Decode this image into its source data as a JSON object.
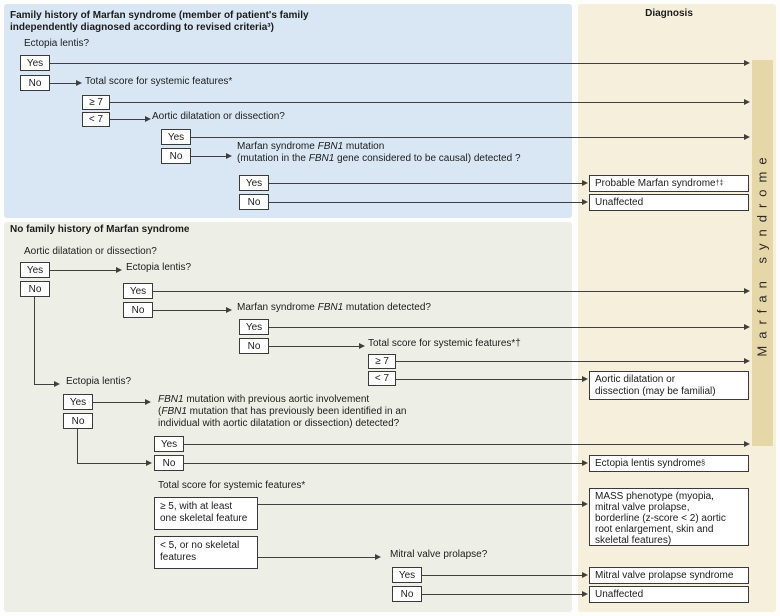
{
  "labels": {
    "yes": "Yes",
    "no": "No",
    "ge7": "≥ 7",
    "lt7": "< 7",
    "diagnosis": "Diagnosis",
    "marfan_bar": "Marfan syndrome",
    "gene": "FBN1"
  },
  "family": {
    "title_l1": "Family history of Marfan syndrome (member of patient's family",
    "title_l2": "independently diagnosed according to revised criteria³)",
    "q_ectopia": "Ectopia lentis?",
    "q_score": "Total score for systemic features*",
    "q_aortic": "Aortic dilatation or dissection?",
    "q_fbn1_l1_pre": "Marfan syndrome ",
    "q_fbn1_l1_post": " mutation",
    "q_fbn1_l2_pre": "(mutation in the ",
    "q_fbn1_l2_post": " gene considered to be causal) detected ?",
    "dx_probable": "Probable Marfan syndrome",
    "dx_probable_sup": "†‡",
    "dx_unaffected": "Unaffected"
  },
  "no_family": {
    "title": "No family history of Marfan syndrome",
    "q_aortic": "Aortic dilatation or dissection?",
    "q_ectopia1": "Ectopia lentis?",
    "q_fbn1_pre": "Marfan syndrome ",
    "q_fbn1_post": " mutation detected?",
    "q_score1": "Total score for systemic features*†",
    "q_ectopia2": "Ectopia lentis?",
    "q_fbn1prev_l1_post": " mutation with previous aortic involvement",
    "q_fbn1prev_l2_pre": "(",
    "q_fbn1prev_l2_post": " mutation that has previously been identified in an",
    "q_fbn1prev_l3": "individual with aortic dilatation or dissection) detected?",
    "q_score2": "Total score for systemic features*",
    "opt_ge5_l1": "≥ 5, with at least",
    "opt_ge5_l2": "one skeletal feature",
    "opt_lt5_l1": "< 5, or no skeletal",
    "opt_lt5_l2": "features",
    "q_mvp": "Mitral valve prolapse?",
    "dx_aortic_l1": "Aortic dilatation or",
    "dx_aortic_l2": "dissection (may be familial)",
    "dx_els": "Ectopia lentis syndrome",
    "dx_els_sup": "§",
    "dx_mass_l1": "MASS phenotype (myopia,",
    "dx_mass_l2": "mitral valve prolapse,",
    "dx_mass_l3": "borderline (z-score < 2) aortic",
    "dx_mass_l4": "root enlargement, skin and",
    "dx_mass_l5": "skeletal features)",
    "dx_mvp": "Mitral valve prolapse syndrome",
    "dx_unaffected": "Unaffected"
  },
  "colors": {
    "family_panel_bg": "#d9e7f5",
    "no_family_panel_bg": "#edefe6",
    "diagnosis_panel_bg": "#f6efdb",
    "marfan_bar_bg": "#e6d7a8",
    "line": "#3f3f3f",
    "box_bg": "#ffffff"
  }
}
